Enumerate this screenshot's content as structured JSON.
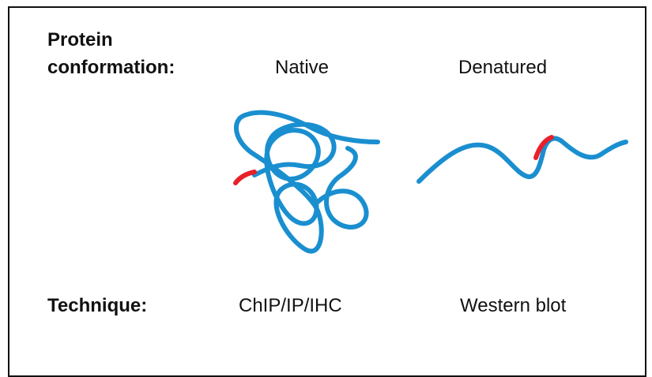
{
  "row1": {
    "label_line1": "Protein",
    "label_line2": "conformation:",
    "col1": "Native",
    "col2": "Denatured"
  },
  "row2": {
    "label": "Technique:",
    "col1": "ChIP/IP/IHC",
    "col2": "Western blot"
  },
  "colors": {
    "protein_chain": "#1A8FD0",
    "epitope": "#E8202A",
    "frame": "#111111"
  }
}
